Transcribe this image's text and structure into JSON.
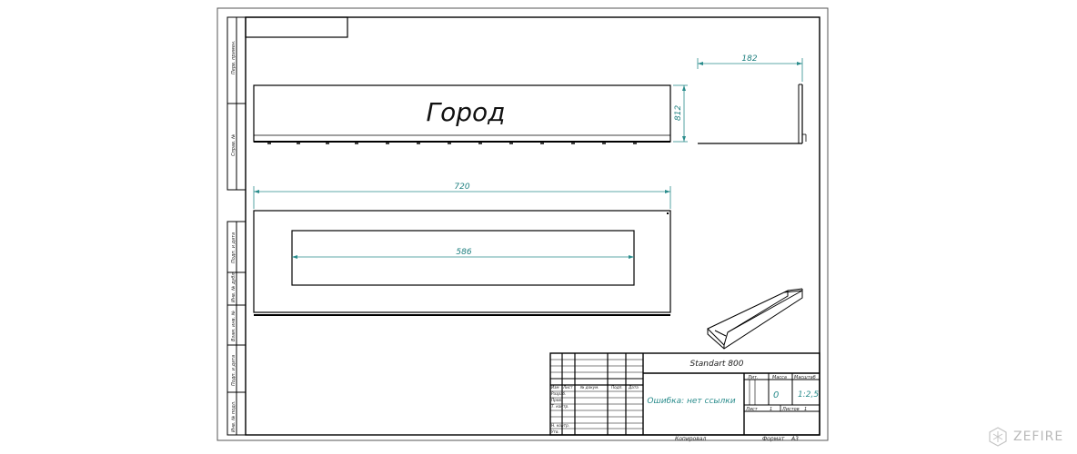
{
  "drawing": {
    "product_label": "Город",
    "dimensions": {
      "top_width": "182",
      "side_height": "812",
      "overall_length": "720",
      "inner_length": "586"
    }
  },
  "side_stamps": [
    "Перв. примен.",
    "Справ. №",
    "Подп. и дата",
    "Инв. № дубл.",
    "Взам. инв. №",
    "Подп. и дата",
    "Инв. № подл."
  ],
  "title_block": {
    "designation": "Standart 800",
    "name": "Ошибка: нет ссылки",
    "col_headers": [
      "Изм",
      "Лист",
      "№ докум.",
      "Подп.",
      "Дата"
    ],
    "row_labels": [
      "Разраб.",
      "Пров.",
      "Т. контр.",
      "Н. контр.",
      "Утв."
    ],
    "lit_label": "Лит.",
    "mass_label": "Масса",
    "scale_label": "Масштаб",
    "mass_value": "0",
    "scale_value": "1:2,5",
    "sheet_label": "Лист",
    "sheet_value": "1",
    "sheets_label": "Листов",
    "sheets_value": "1",
    "copied_label": "Копировал",
    "format_label": "Формат",
    "format_value": "A3"
  },
  "brand": {
    "name": "ZEFIRE"
  },
  "colors": {
    "line": "#000000",
    "dimension": "#2a8c8c"
  }
}
